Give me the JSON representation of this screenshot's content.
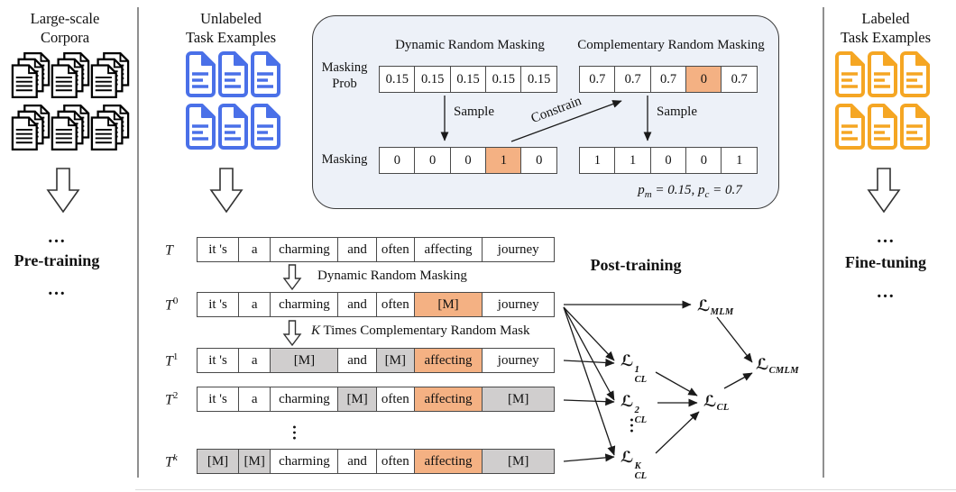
{
  "colors": {
    "orange": "#f4b183",
    "gray": "#d0cece",
    "box_bg": "#edf1f8",
    "blue_doc": "#4a70e8",
    "orange_doc": "#f5a623"
  },
  "left_column": {
    "title_line1": "Large-scale",
    "title_line2": "Corpora",
    "dots_top": "…",
    "stage": "Pre-training",
    "dots_bottom": "…"
  },
  "unlabeled_column": {
    "title_line1": "Unlabeled",
    "title_line2": "Task Examples"
  },
  "labeled_column": {
    "title_line1": "Labeled",
    "title_line2": "Task Examples",
    "dots_top": "…",
    "stage": "Fine-tuning",
    "dots_bottom": "…"
  },
  "mask_box": {
    "left_title": "Dynamic Random Masking",
    "right_title": "Complementary Random Masking",
    "prob_label_line1": "Masking",
    "prob_label_line2": "Prob",
    "mask_label": "Masking",
    "sample_left": "Sample",
    "sample_right": "Sample",
    "constrain": "Constrain",
    "left_probs": [
      {
        "t": "0.15",
        "s": "plain"
      },
      {
        "t": "0.15",
        "s": "plain"
      },
      {
        "t": "0.15",
        "s": "plain"
      },
      {
        "t": "0.15",
        "s": "plain"
      },
      {
        "t": "0.15",
        "s": "plain"
      }
    ],
    "right_probs": [
      {
        "t": "0.7",
        "s": "plain"
      },
      {
        "t": "0.7",
        "s": "plain"
      },
      {
        "t": "0.7",
        "s": "plain"
      },
      {
        "t": "0",
        "s": "orange"
      },
      {
        "t": "0.7",
        "s": "plain"
      }
    ],
    "left_mask": [
      {
        "t": "0",
        "s": "plain"
      },
      {
        "t": "0",
        "s": "plain"
      },
      {
        "t": "0",
        "s": "plain"
      },
      {
        "t": "1",
        "s": "orange"
      },
      {
        "t": "0",
        "s": "plain"
      }
    ],
    "right_mask": [
      {
        "t": "1",
        "s": "plain"
      },
      {
        "t": "1",
        "s": "plain"
      },
      {
        "t": "0",
        "s": "plain"
      },
      {
        "t": "0",
        "s": "plain"
      },
      {
        "t": "1",
        "s": "plain"
      }
    ],
    "params": {
      "p1": "p",
      "sub1": "m",
      "eq1": " = 0.15, ",
      "p2": "p",
      "sub2": "c",
      "eq2": " = 0.7"
    }
  },
  "sequence": {
    "rows": [
      {
        "label": "T",
        "sup": "",
        "cells": [
          {
            "t": "it 's",
            "s": "plain"
          },
          {
            "t": "a",
            "s": "plain"
          },
          {
            "t": "charming",
            "s": "plain"
          },
          {
            "t": "and",
            "s": "plain"
          },
          {
            "t": "often",
            "s": "plain"
          },
          {
            "t": "affecting",
            "s": "plain"
          },
          {
            "t": "journey",
            "s": "plain"
          }
        ]
      },
      {
        "label": "T",
        "sup": "0",
        "cells": [
          {
            "t": "it 's",
            "s": "plain"
          },
          {
            "t": "a",
            "s": "plain"
          },
          {
            "t": "charming",
            "s": "plain"
          },
          {
            "t": "and",
            "s": "plain"
          },
          {
            "t": "often",
            "s": "plain"
          },
          {
            "t": "[M]",
            "s": "orange"
          },
          {
            "t": "journey",
            "s": "plain"
          }
        ]
      },
      {
        "label": "T",
        "sup": "1",
        "cells": [
          {
            "t": "it 's",
            "s": "plain"
          },
          {
            "t": "a",
            "s": "plain"
          },
          {
            "t": "[M]",
            "s": "gray"
          },
          {
            "t": "and",
            "s": "plain"
          },
          {
            "t": "[M]",
            "s": "gray"
          },
          {
            "t": "affecting",
            "s": "orange"
          },
          {
            "t": "journey",
            "s": "plain"
          }
        ]
      },
      {
        "label": "T",
        "sup": "2",
        "cells": [
          {
            "t": "it 's",
            "s": "plain"
          },
          {
            "t": "a",
            "s": "plain"
          },
          {
            "t": "charming",
            "s": "plain"
          },
          {
            "t": "[M]",
            "s": "gray"
          },
          {
            "t": "often",
            "s": "plain"
          },
          {
            "t": "affecting",
            "s": "orange"
          },
          {
            "t": "[M]",
            "s": "gray"
          }
        ]
      },
      {
        "label": "T",
        "sup": "k",
        "cells": [
          {
            "t": "[M]",
            "s": "gray"
          },
          {
            "t": "[M]",
            "s": "gray"
          },
          {
            "t": "charming",
            "s": "plain"
          },
          {
            "t": "and",
            "s": "plain"
          },
          {
            "t": "often",
            "s": "plain"
          },
          {
            "t": "affecting",
            "s": "orange"
          },
          {
            "t": "[M]",
            "s": "gray"
          }
        ]
      }
    ],
    "arrow1_label": "Dynamic Random Masking",
    "arrow2_label_k": "K",
    "arrow2_label_rest": " Times Complementary Random Mask",
    "dots": "…"
  },
  "post_training": "Post-training",
  "losses": {
    "mlm": {
      "sym": "ℒ",
      "sub": "MLM"
    },
    "cl1": {
      "sym": "ℒ",
      "sup": "1",
      "sub": "CL"
    },
    "cl2": {
      "sym": "ℒ",
      "sup": "2",
      "sub": "CL"
    },
    "clk": {
      "sym": "ℒ",
      "sup": "K",
      "sub": "CL"
    },
    "cl": {
      "sym": "ℒ",
      "sub": "CL"
    },
    "cmlm": {
      "sym": "ℒ",
      "sub": "CMLM"
    },
    "dots": "…"
  }
}
